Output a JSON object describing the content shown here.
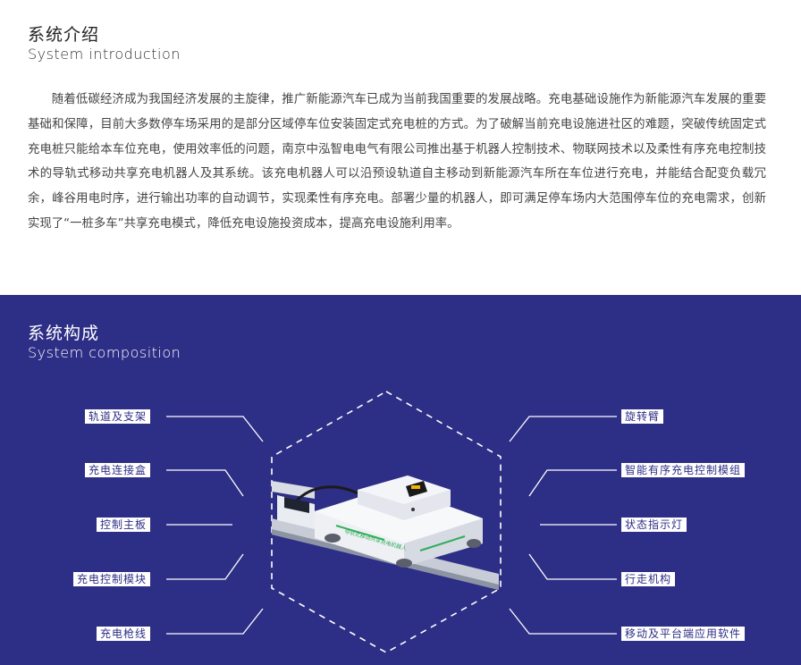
{
  "intro": {
    "title_cn": "系统介绍",
    "title_en": "System introduction",
    "paragraph": "随着低碳经济成为我国经济发展的主旋律，推广新能源汽车已成为当前我国重要的发展战略。充电基础设施作为新能源汽车发展的重要基础和保障，目前大多数停车场采用的是部分区域停车位安装固定式充电桩的方式。为了破解当前充电设施进社区的难题，突破传统固定式充电桩只能给本车位充电，使用效率低的问题，南京中泓智电电气有限公司推出基于机器人控制技术、物联网技术以及柔性有序充电控制技术的导轨式移动共享充电机器人及其系统。该充电机器人可以沿预设轨道自主移动到新能源汽车所在车位进行充电，并能结合配变负载冗余，峰谷用电时序，进行输出功率的自动调节，实现柔性有序充电。部署少量的机器人，即可满足停车场内大范围停车位的充电需求，创新实现了“一桩多车”共享充电模式，降低充电设施投资成本，提高充电设施利用率。"
  },
  "composition": {
    "title_cn": "系统构成",
    "title_en": "System composition",
    "left_labels": [
      "轨道及支架",
      "充电连接盒",
      "控制主板",
      "充电控制模块",
      "充电枪线"
    ],
    "right_labels": [
      "旋转臂",
      "智能有序充电控制模组",
      "状态指示灯",
      "行走机构",
      "移动及平台端应用软件"
    ],
    "robot_body_text": "导轨式移动共享充电机器人",
    "colors": {
      "background": "#2d2e86",
      "label_bg": "#ffffff",
      "label_text": "#2d2e86",
      "robot_accent": "#2fae5a"
    }
  }
}
